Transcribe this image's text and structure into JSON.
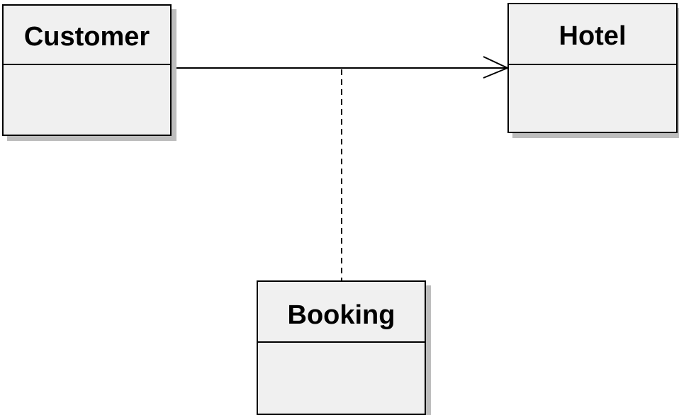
{
  "diagram": {
    "classes": {
      "customer": {
        "name": "Customer"
      },
      "hotel": {
        "name": "Hotel"
      },
      "booking": {
        "name": "Booking"
      }
    },
    "relationships": [
      {
        "type": "directed-association",
        "from": "Customer",
        "to": "Hotel"
      },
      {
        "type": "association-class",
        "class": "Booking",
        "attached_to": "Customer-Hotel"
      }
    ],
    "colors": {
      "class_fill": "#f0f0f0",
      "class_border": "#000000",
      "shadow": "#bdbdbd",
      "line": "#000000"
    }
  }
}
